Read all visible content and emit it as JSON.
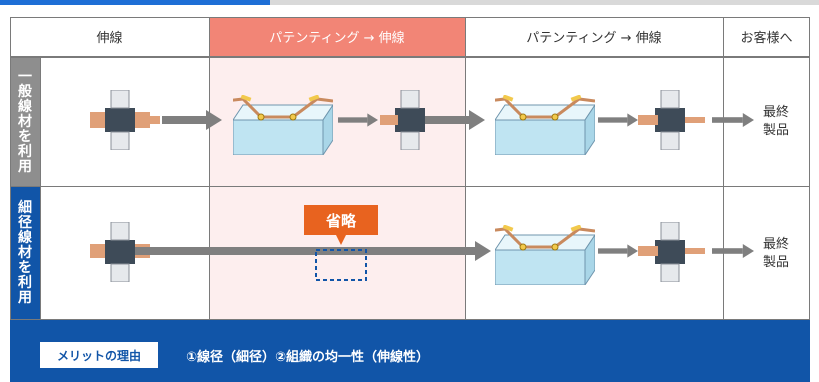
{
  "columns": [
    "伸線",
    "パテンティング → 伸線",
    "パテンティング → 伸線",
    "お客様へ"
  ],
  "rows": [
    {
      "label": "一般線材を利用",
      "final": [
        "最終",
        "製品"
      ]
    },
    {
      "label": "細径線材を利用",
      "final": [
        "最終",
        "製品"
      ]
    }
  ],
  "omit_label": "省略",
  "merit": {
    "button": "メリットの理由",
    "text": "①線径（細径）②組織の均一性（伸線性）"
  },
  "colors": {
    "accent_header": "#f28576",
    "highlight_column": "#fdeeee",
    "row1_label_bg": "#8e8e8e",
    "row2_label_bg": "#1155a8",
    "footer_bg": "#1155a8",
    "omit_bg": "#e8631f",
    "wire": "#e0a078",
    "bath": "#bfe4f2"
  }
}
